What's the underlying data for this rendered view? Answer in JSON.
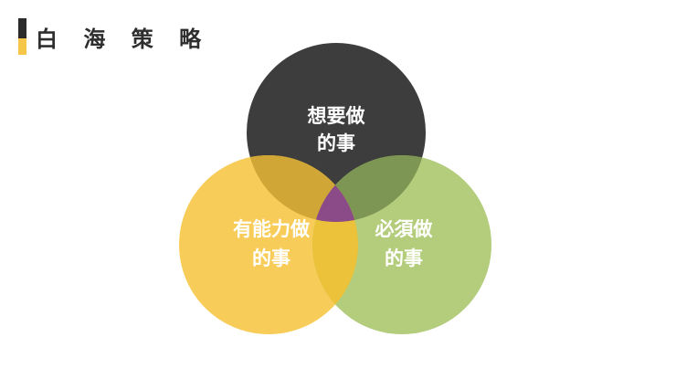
{
  "title": "白 海 策 略",
  "colors": {
    "want": "#3d3d3d",
    "able": "#f7c646",
    "must": "#a8c66a",
    "center": "#8b4a88",
    "title_bar_top": "#2b2b2b",
    "title_bar_bottom": "#f6c648"
  },
  "circles": {
    "want": {
      "line1": "想要做",
      "line2": "的事"
    },
    "able": {
      "line1": "有能力做",
      "line2": "的事"
    },
    "must": {
      "line1": "必須做",
      "line2": "的事"
    }
  }
}
